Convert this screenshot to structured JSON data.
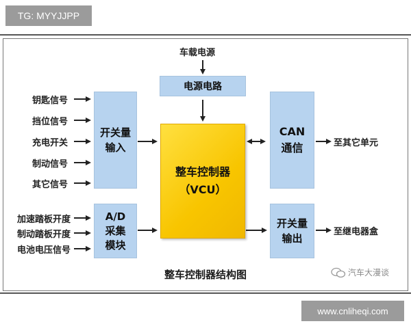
{
  "watermark_top": "TG: MYYJJPP",
  "watermark_bottom": "www.cnliheqi.com",
  "diagram": {
    "power_source": "车载电源",
    "power_circuit": "电源电路",
    "switch_input": [
      "开关量",
      "输入"
    ],
    "ad_module": [
      "A/D",
      "采集",
      "模块"
    ],
    "vcu": [
      "整车控制器",
      "（VCU）"
    ],
    "can_comm": [
      "CAN",
      "通信"
    ],
    "switch_output": [
      "开关量",
      "输出"
    ],
    "switch_inputs": [
      "钥匙信号",
      "挡位信号",
      "充电开关",
      "制动信号",
      "其它信号"
    ],
    "analog_inputs": [
      "加速踏板开度",
      "制动踏板开度",
      "电池电压信号"
    ],
    "can_target": "至其它单元",
    "output_target": "至继电器盒",
    "caption": "整车控制器结构图",
    "logo_text": "汽车大漫谈",
    "colors": {
      "block_blue": "#b7d3ef",
      "vcu_yellow": "#f8c500"
    }
  }
}
